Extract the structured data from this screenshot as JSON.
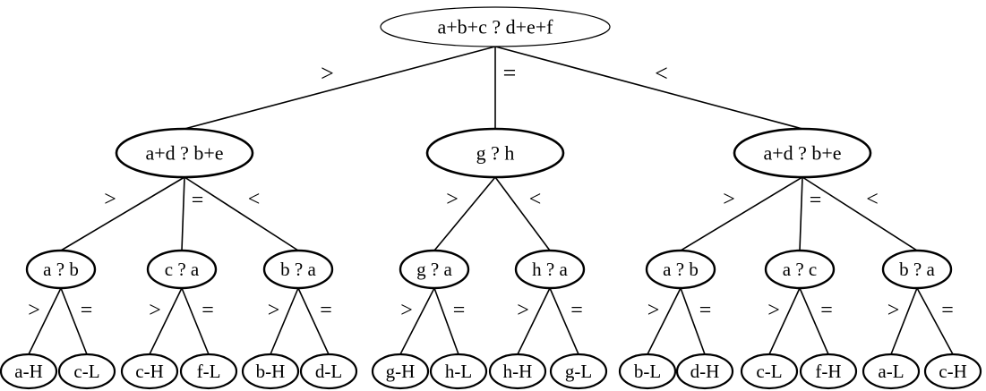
{
  "tree": {
    "root": {
      "label": "a+b+c ? d+e+f",
      "edges": [
        ">",
        "=",
        "<"
      ],
      "children": [
        {
          "label": "a+d ? b+e",
          "edges": [
            ">",
            "=",
            "<"
          ],
          "children": [
            {
              "label": "a ? b",
              "edges": [
                ">",
                "="
              ],
              "children": [
                {
                  "label": "a-H"
                },
                {
                  "label": "c-L"
                }
              ]
            },
            {
              "label": "c ? a",
              "edges": [
                ">",
                "="
              ],
              "children": [
                {
                  "label": "c-H"
                },
                {
                  "label": "f-L"
                }
              ]
            },
            {
              "label": "b ? a",
              "edges": [
                ">",
                "="
              ],
              "children": [
                {
                  "label": "b-H"
                },
                {
                  "label": "d-L"
                }
              ]
            }
          ]
        },
        {
          "label": "g ? h",
          "edges": [
            ">",
            "<"
          ],
          "children": [
            {
              "label": "g ? a",
              "edges": [
                ">",
                "="
              ],
              "children": [
                {
                  "label": "g-H"
                },
                {
                  "label": "h-L"
                }
              ]
            },
            {
              "label": "h ? a",
              "edges": [
                ">",
                "="
              ],
              "children": [
                {
                  "label": "h-H"
                },
                {
                  "label": "g-L"
                }
              ]
            }
          ]
        },
        {
          "label": "a+d ? b+e",
          "edges": [
            ">",
            "=",
            "<"
          ],
          "children": [
            {
              "label": "a ? b",
              "edges": [
                ">",
                "="
              ],
              "children": [
                {
                  "label": "b-L"
                },
                {
                  "label": "d-H"
                }
              ]
            },
            {
              "label": "a ? c",
              "edges": [
                ">",
                "="
              ],
              "children": [
                {
                  "label": "c-L"
                },
                {
                  "label": "f-H"
                }
              ]
            },
            {
              "label": "b ? a",
              "edges": [
                ">",
                "="
              ],
              "children": [
                {
                  "label": "a-L"
                },
                {
                  "label": "c-H"
                }
              ]
            }
          ]
        }
      ]
    }
  }
}
